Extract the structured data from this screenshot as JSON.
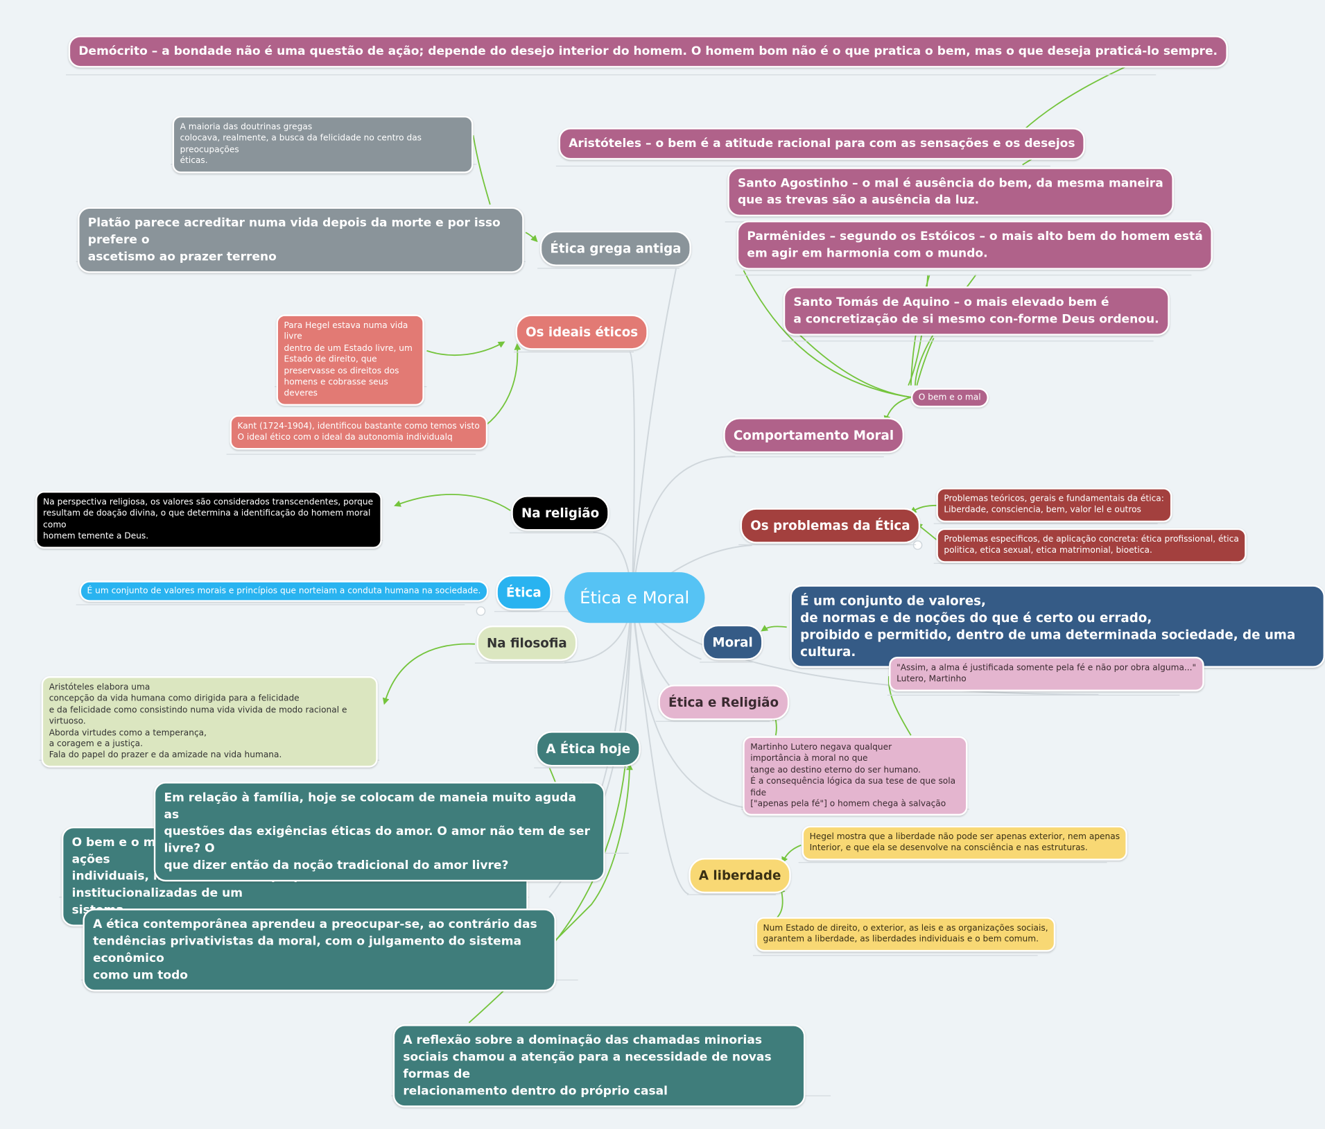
{
  "colors": {
    "background": "#eef3f6",
    "connector_green": "#74c43c",
    "connector_gray": "#cfd6db",
    "central": "#56c3f4",
    "comportamento_moral": "#b0628a",
    "etica_grega": "#8a949a",
    "ideais_eticos": "#e27a74",
    "na_religiao": "#000000",
    "etica": "#29b3f0",
    "na_filosofia": "#dbe6c0",
    "problemas_etica": "#a3403e",
    "moral": "#355b86",
    "etica_religiao": "#e4b5cf",
    "liberdade": "#f8d874",
    "etica_hoje": "#3f7d7b"
  },
  "central": {
    "label": "Ética e Moral"
  },
  "branches": {
    "comportamento_moral": {
      "label": "Comportamento Moral",
      "sub_label": "O bem e o mal",
      "items": {
        "democrito": "Demócrito – a bondade não é uma questão de ação; depende do desejo interior do homem. O homem bom não é o que pratica o bem, mas o que deseja praticá-lo sempre.",
        "aristoteles": "Aristóteles – o bem é a atitude racional para com as sensações e os desejos",
        "agostinho": "Santo Agostinho – o mal é ausência do bem, da mesma maneira\n que as trevas são a ausência da luz.",
        "parmenides": "Parmênides – segundo os Estóicos – o mais alto bem do homem está\n em agir em harmonia com o mundo.",
        "tomas": "Santo Tomás de Aquino – o mais elevado bem é\n a concretização de si mesmo con-forme Deus ordenou."
      }
    },
    "etica_grega": {
      "label": "Ética grega antiga",
      "platao": "Platão parece acreditar numa vida depois da morte e por isso prefere o\nascetismo ao prazer terreno",
      "doutrinas": "A maioria das doutrinas gregas\ncolocava, realmente, a busca da felicidade no centro das preocupações\néticas."
    },
    "ideais_eticos": {
      "label": "Os ideais éticos",
      "hegel": "Para Hegel estava numa vida livre\n dentro de um Estado livre, um\nEstado de direito, que\npreservasse os direitos dos\nhomens e cobrasse seus deveres",
      "kant": "Kant (1724-1904), identificou bastante como temos visto\nO ideal ético com o ideal da autonomia individualq"
    },
    "na_religiao": {
      "label": "Na religião",
      "text": "Na perspectiva religiosa, os valores são considerados transcendentes, porque\nresultam de doação divina, o que determina a identificação do homem moral como\nhomem temente a Deus."
    },
    "etica": {
      "label": "Ética",
      "text": "É um conjunto de valores morais e princípios que norteiam a conduta humana na sociedade."
    },
    "na_filosofia": {
      "label": "Na filosofia",
      "text": "Aristóteles elabora uma\nconcepção da vida humana como dirigida para a felicidade\n e da felicidade como consistindo numa vida vivida de modo racional e virtuoso.\nAborda virtudes como a temperança,\n a coragem e a justiça.\n Fala do papel do prazer e da amizade na vida humana."
    },
    "problemas_etica": {
      "label": "Os problemas da Ética",
      "teoricos": "Problemas teóricos, gerais e fundamentais da ética:\nLiberdade, consciencia, bem, valor lel e outros",
      "especificos": "Problemas especificos, de aplicação concreta: ética profissional, ética\npolitica, etica sexual, etica matrimonial, bioetica."
    },
    "moral": {
      "label": "Moral",
      "text": "É um conjunto de valores,\n de normas e de noções do que é certo ou errado,\nproibido e permitido, dentro de uma determinada sociedade, de uma cultura."
    },
    "etica_religiao": {
      "label": "Ética e Religião",
      "quote": "\"Assim, a alma é justificada somente pela fé e não por obra alguma...\"\nLutero, Martinho",
      "lutero": "Martinho Lutero negava qualquer\n importância à moral no que\ntange ao destino eterno do ser humano.\nÉ a consequência lógica da sua tese de que sola fide\n[\"apenas pela fé\"] o homem chega à salvação"
    },
    "liberdade": {
      "label": "A liberdade",
      "hegel": "Hegel mostra que a liberdade não pode ser apenas exterior, nem apenas\nInterior, e que ela se desenvolve na consciência e nas estruturas.",
      "estado": "Num Estado de direito, o exterior, as leis e as organizações sociais,\ngarantem a liberdade, as liberdades individuais e o bem comum."
    },
    "etica_hoje": {
      "label": "A Ética hoje",
      "familia": "Em relação à família, hoje se colocam de maneia muito aguda as\nquestões das exigências éticas do amor. O amor não tem de ser livre? O\nque dizer então da noção tradicional do amor livre?",
      "bem_mal": "O bem e o mal não se encontram apenas nas intenções e nas ações\nindividuais, mas também nas próprias estruturas institucionalizadas de um\nsistema",
      "contemporanea": "A ética contemporânea aprendeu a preocupar-se, ao contrário das\ntendências privativistas da moral, com o julgamento do sistema econômico\ncomo um todo",
      "reflexao": "A reflexão sobre a dominação das chamadas minorias\nsociais chamou a atenção para a necessidade de novas formas de\nrelacionamento dentro do próprio casal"
    }
  }
}
